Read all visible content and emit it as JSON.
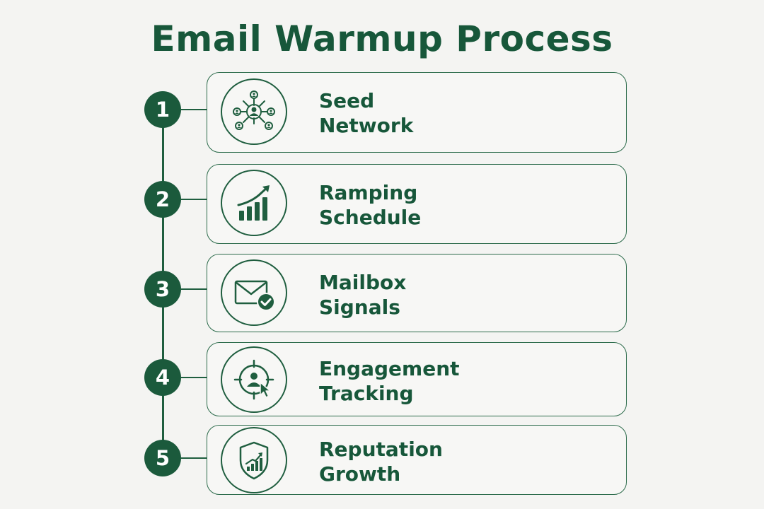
{
  "title": "Email Warmup Process",
  "colors": {
    "primary": "#1b5a3c",
    "text": "#17573a",
    "background": "#f4f4f2",
    "card_border": "#2c6b4b"
  },
  "steps": [
    {
      "number": "1",
      "line1": "Seed",
      "line2": "Network",
      "icon": "network-icon"
    },
    {
      "number": "2",
      "line1": "Ramping",
      "line2": "Schedule",
      "icon": "growth-chart-icon"
    },
    {
      "number": "3",
      "line1": "Mailbox",
      "line2": "Signals",
      "icon": "envelope-check-icon"
    },
    {
      "number": "4",
      "line1": "Engagement",
      "line2": "Tracking",
      "icon": "target-user-cursor-icon"
    },
    {
      "number": "5",
      "line1": "Reputation",
      "line2": "Growth",
      "icon": "shield-chart-icon"
    }
  ]
}
